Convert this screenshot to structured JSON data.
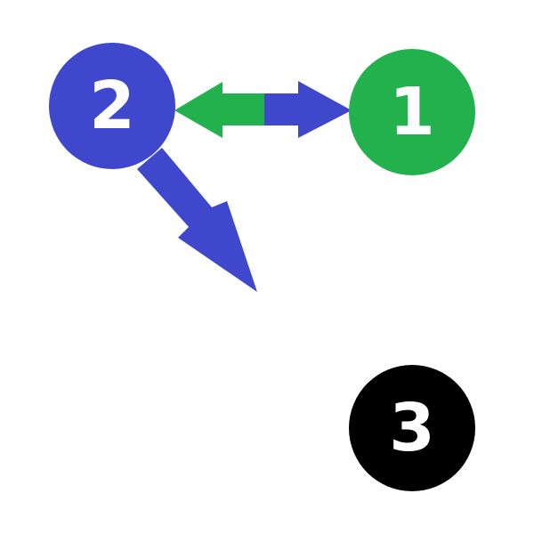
{
  "diagram": {
    "nodes": [
      {
        "id": "node-1",
        "label": "1",
        "color": "#22b14c"
      },
      {
        "id": "node-2",
        "label": "2",
        "color": "#3f48cc"
      },
      {
        "id": "node-3",
        "label": "3",
        "color": "#000000"
      }
    ],
    "edges": [
      {
        "from": "node-1",
        "to": "node-2",
        "color": "#22b14c",
        "direction": "toward-2"
      },
      {
        "from": "node-2",
        "to": "node-1",
        "color": "#3f48cc",
        "direction": "toward-1"
      },
      {
        "from": "node-2",
        "to": "node-3",
        "color": "#3f48cc",
        "direction": "toward-3",
        "incomplete": true
      }
    ]
  }
}
